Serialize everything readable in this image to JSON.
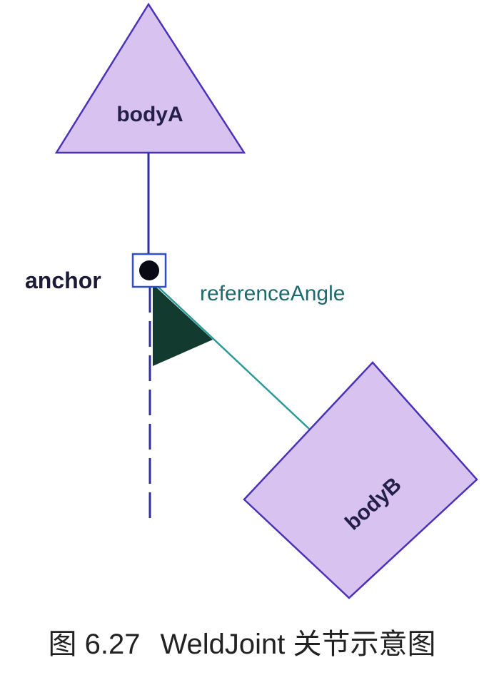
{
  "diagram": {
    "body_a_label": "bodyA",
    "body_b_label": "bodyB",
    "anchor_label": "anchor",
    "reference_angle_label": "referenceAngle"
  },
  "caption": {
    "figure_number": "图 6.27",
    "title": "WeldJoint 关节示意图"
  },
  "colors": {
    "body_fill": "#d8c3f0",
    "body_stroke": "#4a33b8",
    "line_blue": "#2f2fa0",
    "line_teal": "#2d9a9a",
    "angle_wedge": "#123a2e",
    "anchor_dot": "#0a0a14",
    "anchor_box": "#2f4fd0"
  }
}
